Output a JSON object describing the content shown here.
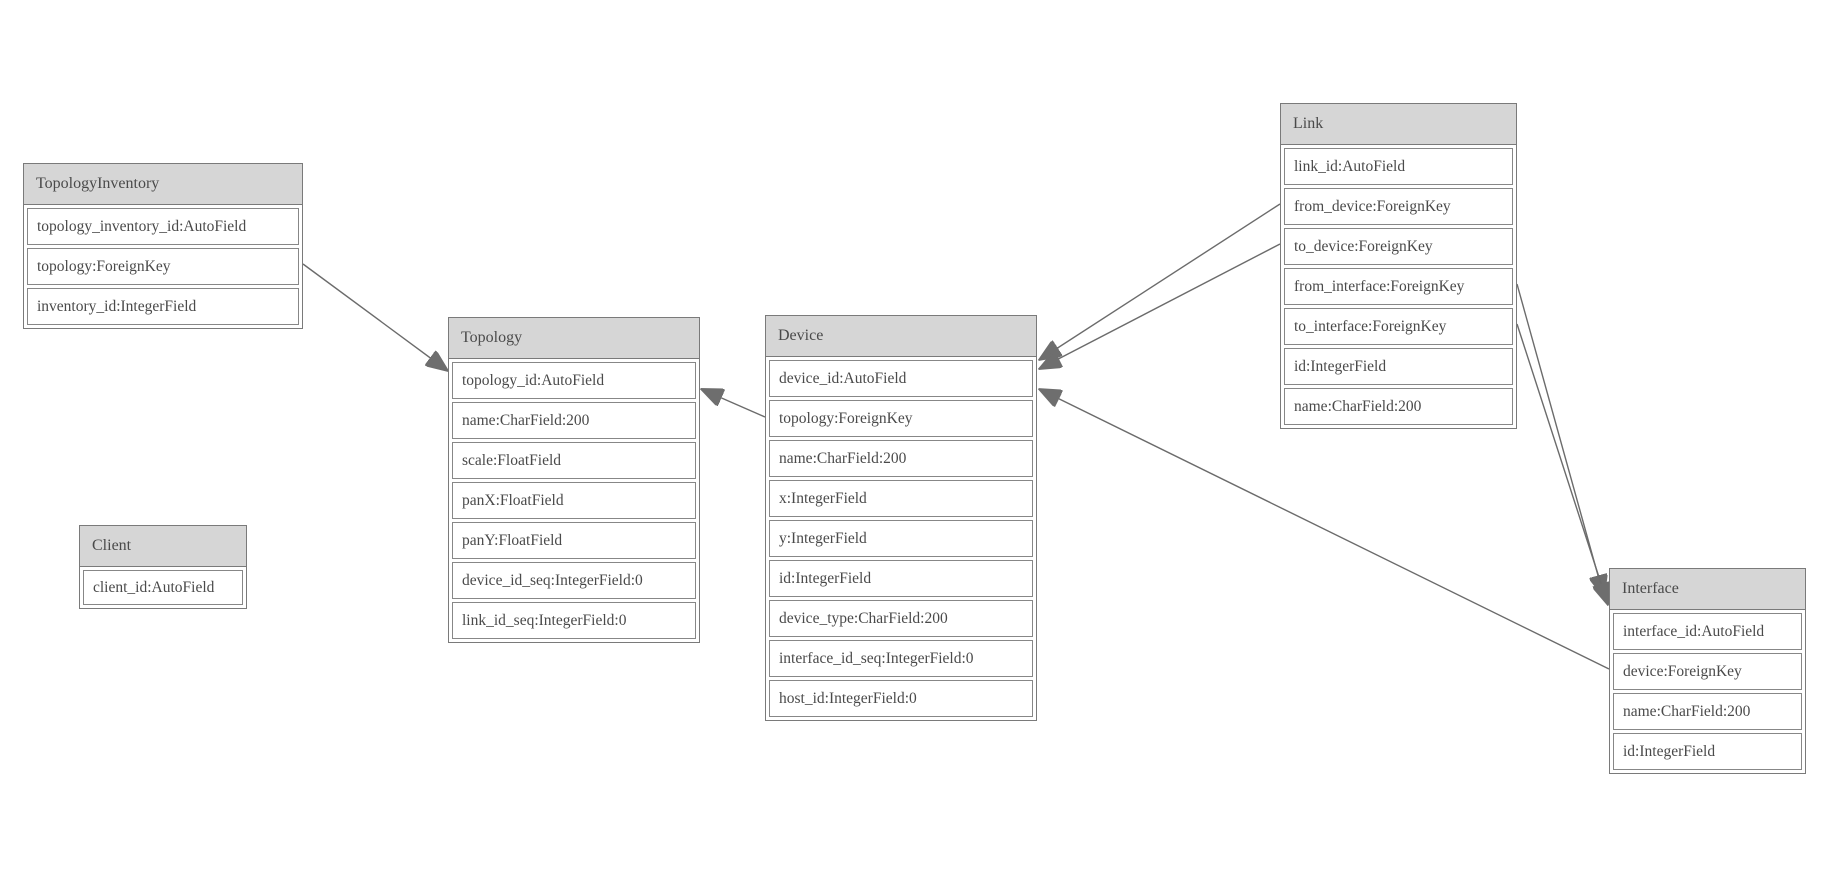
{
  "page": {
    "background": "#ffffff",
    "description": "Entity relationship diagram of network topology data model"
  },
  "colors": {
    "entity_border": "#7a7a7a",
    "header_fill": "#d6d6d6",
    "text": "#4a4a4a",
    "relation_line": "#6b6b6b",
    "arrowhead_fill": "#6e6e6e"
  },
  "diagram": {
    "entities": [
      {
        "id": "TopologyInventory",
        "title": "TopologyInventory",
        "fields": [
          "topology_inventory_id:AutoField",
          "topology:ForeignKey",
          "inventory_id:IntegerField"
        ]
      },
      {
        "id": "Topology",
        "title": "Topology",
        "fields": [
          "topology_id:AutoField",
          "name:CharField:200",
          "scale:FloatField",
          "panX:FloatField",
          "panY:FloatField",
          "device_id_seq:IntegerField:0",
          "link_id_seq:IntegerField:0"
        ]
      },
      {
        "id": "Client",
        "title": "Client",
        "fields": [
          "client_id:AutoField"
        ]
      },
      {
        "id": "Device",
        "title": "Device",
        "fields": [
          "device_id:AutoField",
          "topology:ForeignKey",
          "name:CharField:200",
          "x:IntegerField",
          "y:IntegerField",
          "id:IntegerField",
          "device_type:CharField:200",
          "interface_id_seq:IntegerField:0",
          "host_id:IntegerField:0"
        ]
      },
      {
        "id": "Link",
        "title": "Link",
        "fields": [
          "link_id:AutoField",
          "from_device:ForeignKey",
          "to_device:ForeignKey",
          "from_interface:ForeignKey",
          "to_interface:ForeignKey",
          "id:IntegerField",
          "name:CharField:200"
        ]
      },
      {
        "id": "Interface",
        "title": "Interface",
        "fields": [
          "interface_id:AutoField",
          "device:ForeignKey",
          "name:CharField:200",
          "id:IntegerField"
        ]
      }
    ],
    "relations": [
      {
        "from": "TopologyInventory.topology",
        "to": "Topology"
      },
      {
        "from": "Device.topology",
        "to": "Topology"
      },
      {
        "from": "Link.from_device",
        "to": "Device"
      },
      {
        "from": "Link.to_device",
        "to": "Device"
      },
      {
        "from": "Link.from_interface",
        "to": "Interface"
      },
      {
        "from": "Link.to_interface",
        "to": "Interface"
      },
      {
        "from": "Interface.device",
        "to": "Device"
      }
    ]
  }
}
